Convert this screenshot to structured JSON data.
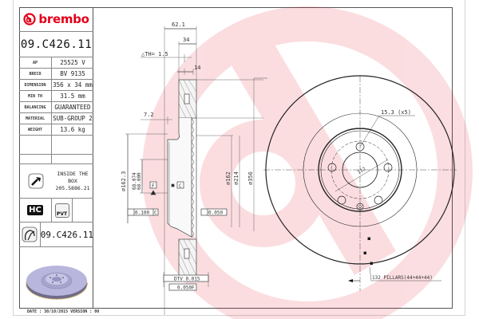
{
  "header": {
    "brand": "brembo",
    "brand_color": "#e2001a",
    "part_number": "09.C426.11"
  },
  "specs": [
    {
      "label": "AP",
      "value": "25525 V"
    },
    {
      "label": "BRECO",
      "value": "BV 9135"
    },
    {
      "label": "DIMENSION",
      "value": "356 x 34 mm"
    },
    {
      "label": "MIN TH",
      "value": "31.5 mm"
    },
    {
      "label": "BALANCING",
      "value": "GUARANTEED"
    },
    {
      "label": "MATERIAL",
      "value": "SUB-GROUP 2"
    },
    {
      "label": "WEIGHT",
      "value": "13.6 kg"
    }
  ],
  "inside_box": {
    "icon": "bolt-icon",
    "line1": "INSIDE THE BOX",
    "line2": "205.5886.21"
  },
  "badges": {
    "hc": "HC",
    "pvt": "PVT"
  },
  "coated_part": {
    "icon": "coated-disc-icon",
    "part_number": "09.C426.11"
  },
  "footer": {
    "text": "DATE : 30/10/2015 VERSION : 00"
  },
  "drawing": {
    "section": {
      "overall_width": "62.1",
      "thickness": "34",
      "delta_th": "△TH= 1.5",
      "vane_width": "14",
      "hat_thickness": "7.2",
      "dia_hat": "∅162.3",
      "dia_bore_max": "68.074",
      "dia_bore_min": "68.000",
      "datum_f": "F",
      "datum_c": "C",
      "parallelism": "0.100",
      "parallelism_ref": "C",
      "flatness": "0.050",
      "dtv": "DTV 0.015",
      "runout": "0.050",
      "runout_ref": "F"
    },
    "diameters": {
      "d_inner": "∅162",
      "d_mid": "∅214",
      "d_outer": "∅356"
    },
    "face": {
      "bolt_holes": "15.3 (x5)",
      "pcd": "112",
      "pillars": "132 PILLARS(44+44+44)"
    }
  }
}
